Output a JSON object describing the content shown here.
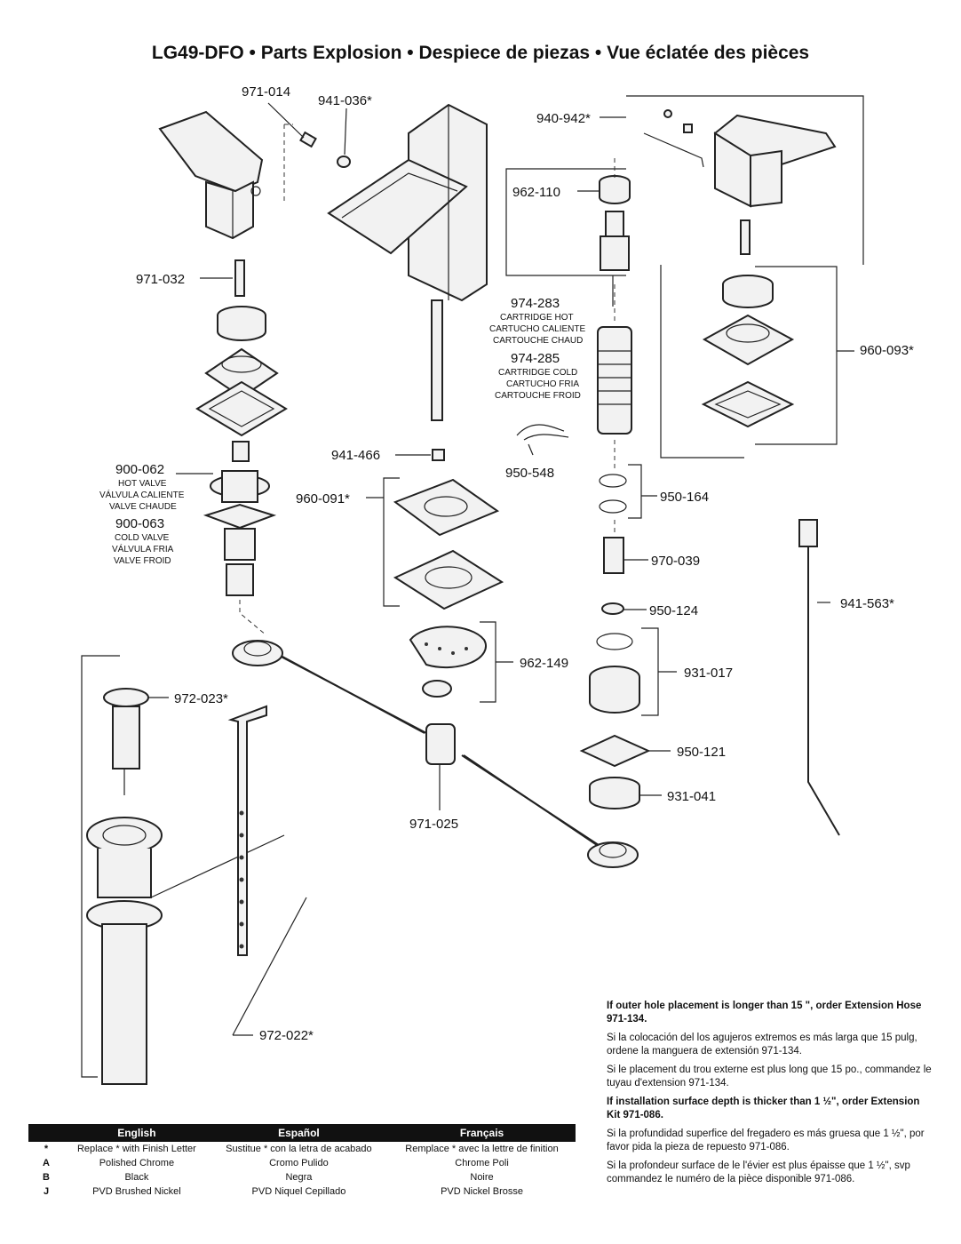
{
  "title": "LG49-DFO • Parts Explosion • Despiece de piezas • Vue éclatée des pièces",
  "labels": {
    "p971_014": "971-014",
    "p941_036": "941-036*",
    "p940_942": "940-942*",
    "p962_110": "962-110",
    "p971_032": "971-032",
    "p974_283": "974-283",
    "p974_283_en": "CARTRIDGE HOT",
    "p974_283_es": "CARTUCHO CALIENTE",
    "p974_283_fr": "CARTOUCHE CHAUD",
    "p974_285": "974-285",
    "p974_285_en": "CARTRIDGE COLD",
    "p974_285_es": "CARTUCHO FRIA",
    "p974_285_fr": "CARTOUCHE FROID",
    "p960_093": "960-093*",
    "p941_466": "941-466",
    "p950_548": "950-548",
    "p900_062": "900-062",
    "p900_062_en": "HOT VALVE",
    "p900_062_es": "VÁLVULA CALIENTE",
    "p900_062_fr": "VALVE CHAUDE",
    "p900_063": "900-063",
    "p900_063_en": "COLD VALVE",
    "p900_063_es": "VÁLVULA FRIA",
    "p900_063_fr": "VALVE FROID",
    "p960_091": "960-091*",
    "p950_164": "950-164",
    "p970_039": "970-039",
    "p941_563": "941-563*",
    "p950_124": "950-124",
    "p962_149": "962-149",
    "p931_017": "931-017",
    "p972_023": "972-023*",
    "p950_121": "950-121",
    "p931_041": "931-041",
    "p971_025": "971-025",
    "p972_022": "972-022*"
  },
  "notes": {
    "ext_hose_en": "If outer hole placement is longer than 15 \", order Extension Hose 971-134.",
    "ext_hose_es": "Si la colocación del los agujeros extremos es más larga que 15 pulg, ordene la manguera de extensión 971-134.",
    "ext_hose_fr": "Si le placement du trou externe est plus long que 15 po., commandez le tuyau d'extension 971-134.",
    "ext_kit_en": "If installation surface depth is thicker than 1 ½\", order Extension Kit 971-086.",
    "ext_kit_es": "Si la profundidad superfice del fregadero es más gruesa que 1 ½\", por favor pida la pieza de repuesto 971-086.",
    "ext_kit_fr": "Si la profondeur surface de le l'évier est plus épaisse que 1 ½\", svp commandez le numéro de la pièce disponible 971-086."
  },
  "legend": {
    "headers": [
      "English",
      "Español",
      "Français"
    ],
    "rows": [
      {
        "key": "*",
        "en": "Replace * with Finish Letter",
        "es": "Sustitue * con la letra de acabado",
        "fr": "Remplace * avec la lettre de finition"
      },
      {
        "key": "A",
        "en": "Polished Chrome",
        "es": "Cromo Pulido",
        "fr": "Chrome Poli"
      },
      {
        "key": "B",
        "en": "Black",
        "es": "Negra",
        "fr": "Noire"
      },
      {
        "key": "J",
        "en": "PVD Brushed Nickel",
        "es": "PVD Niquel Cepillado",
        "fr": "PVD Nickel Brosse"
      }
    ]
  }
}
